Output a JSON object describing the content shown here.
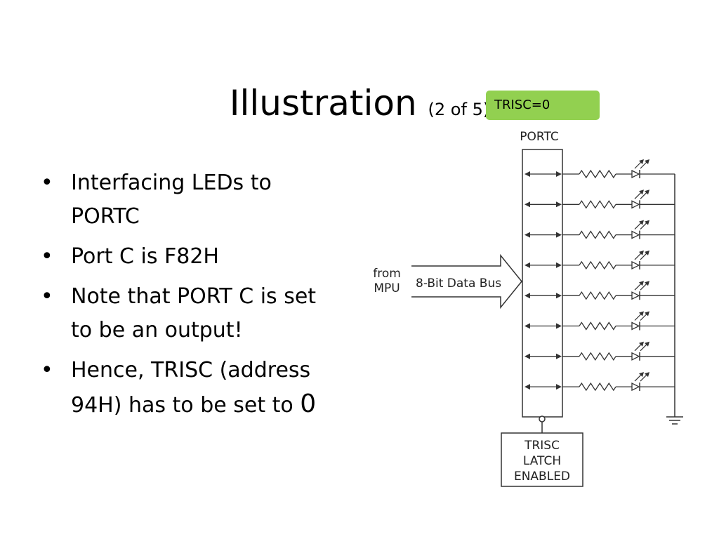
{
  "slide": {
    "title": "Illustration",
    "subtitle": "(2 of 5)",
    "badge": "TRISC=0",
    "bullets": [
      "Interfacing LEDs to PORTC",
      "Port C is F82H",
      "Note that PORT C is set to be an output!",
      "Hence, TRISC (address 94H) has to be set to "
    ],
    "bullet_last_value": "0"
  },
  "diagram": {
    "port_label": "PORTC",
    "source_line1": "from",
    "source_line2": "MPU",
    "bus_label": "8-Bit Data Bus",
    "latch_line1": "TRISC",
    "latch_line2": "LATCH",
    "latch_line3": "ENABLED",
    "led_count": 8
  },
  "colors": {
    "badge": "#92d050",
    "line": "#333333"
  }
}
